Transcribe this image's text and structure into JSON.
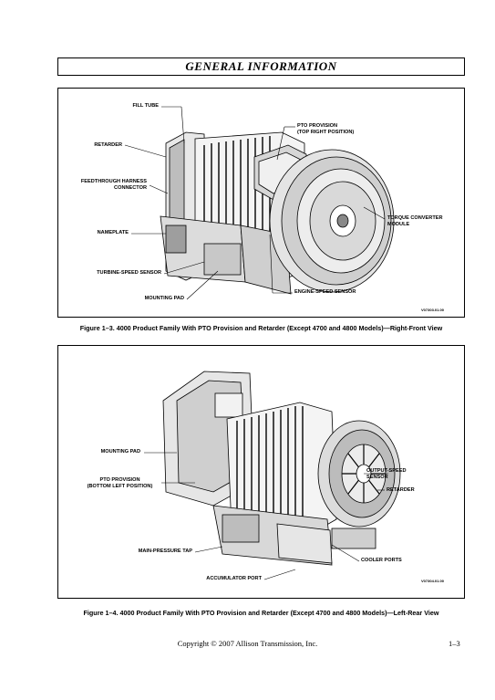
{
  "header": {
    "title": "GENERAL INFORMATION"
  },
  "figure1": {
    "labels": {
      "fill_tube": "FILL TUBE",
      "retarder": "RETARDER",
      "feedthrough": "FEEDTHROUGH HARNESS\nCONNECTOR",
      "nameplate": "NAMEPLATE",
      "turbine_speed_sensor": "TURBINE-SPEED SENSOR",
      "mounting_pad": "MOUNTING PAD",
      "pto_provision": "PTO PROVISION\n(TOP RIGHT POSITION)",
      "torque_converter": "TORQUE CONVERTER\nMODULE",
      "engine_speed_sensor": "ENGINE-SPEED SENSOR"
    },
    "code": "V07303.01.00",
    "caption": "Figure 1–3. 4000 Product Family With PTO Provision and Retarder (Except 4700 and 4800 Models)—Right-Front View"
  },
  "figure2": {
    "labels": {
      "mounting_pad": "MOUNTING PAD",
      "pto_provision": "PTO PROVISION\n(BOTTOM LEFT POSITION)",
      "main_pressure_tap": "MAIN-PRESSURE TAP",
      "accumulator_port": "ACCUMULATOR PORT",
      "output_speed_sensor": "OUTPUT-SPEED\nSENSOR",
      "retarder": "RETARDER",
      "cooler_ports": "COOLER PORTS"
    },
    "code": "V07304.01.00",
    "caption": "Figure 1–4. 4000 Product Family With PTO Provision and Retarder (Except 4700 and 4800 Models)—Left-Rear View"
  },
  "footer": {
    "copyright": "Copyright © 2007 Allison Transmission, Inc.",
    "page_number": "1–3"
  }
}
